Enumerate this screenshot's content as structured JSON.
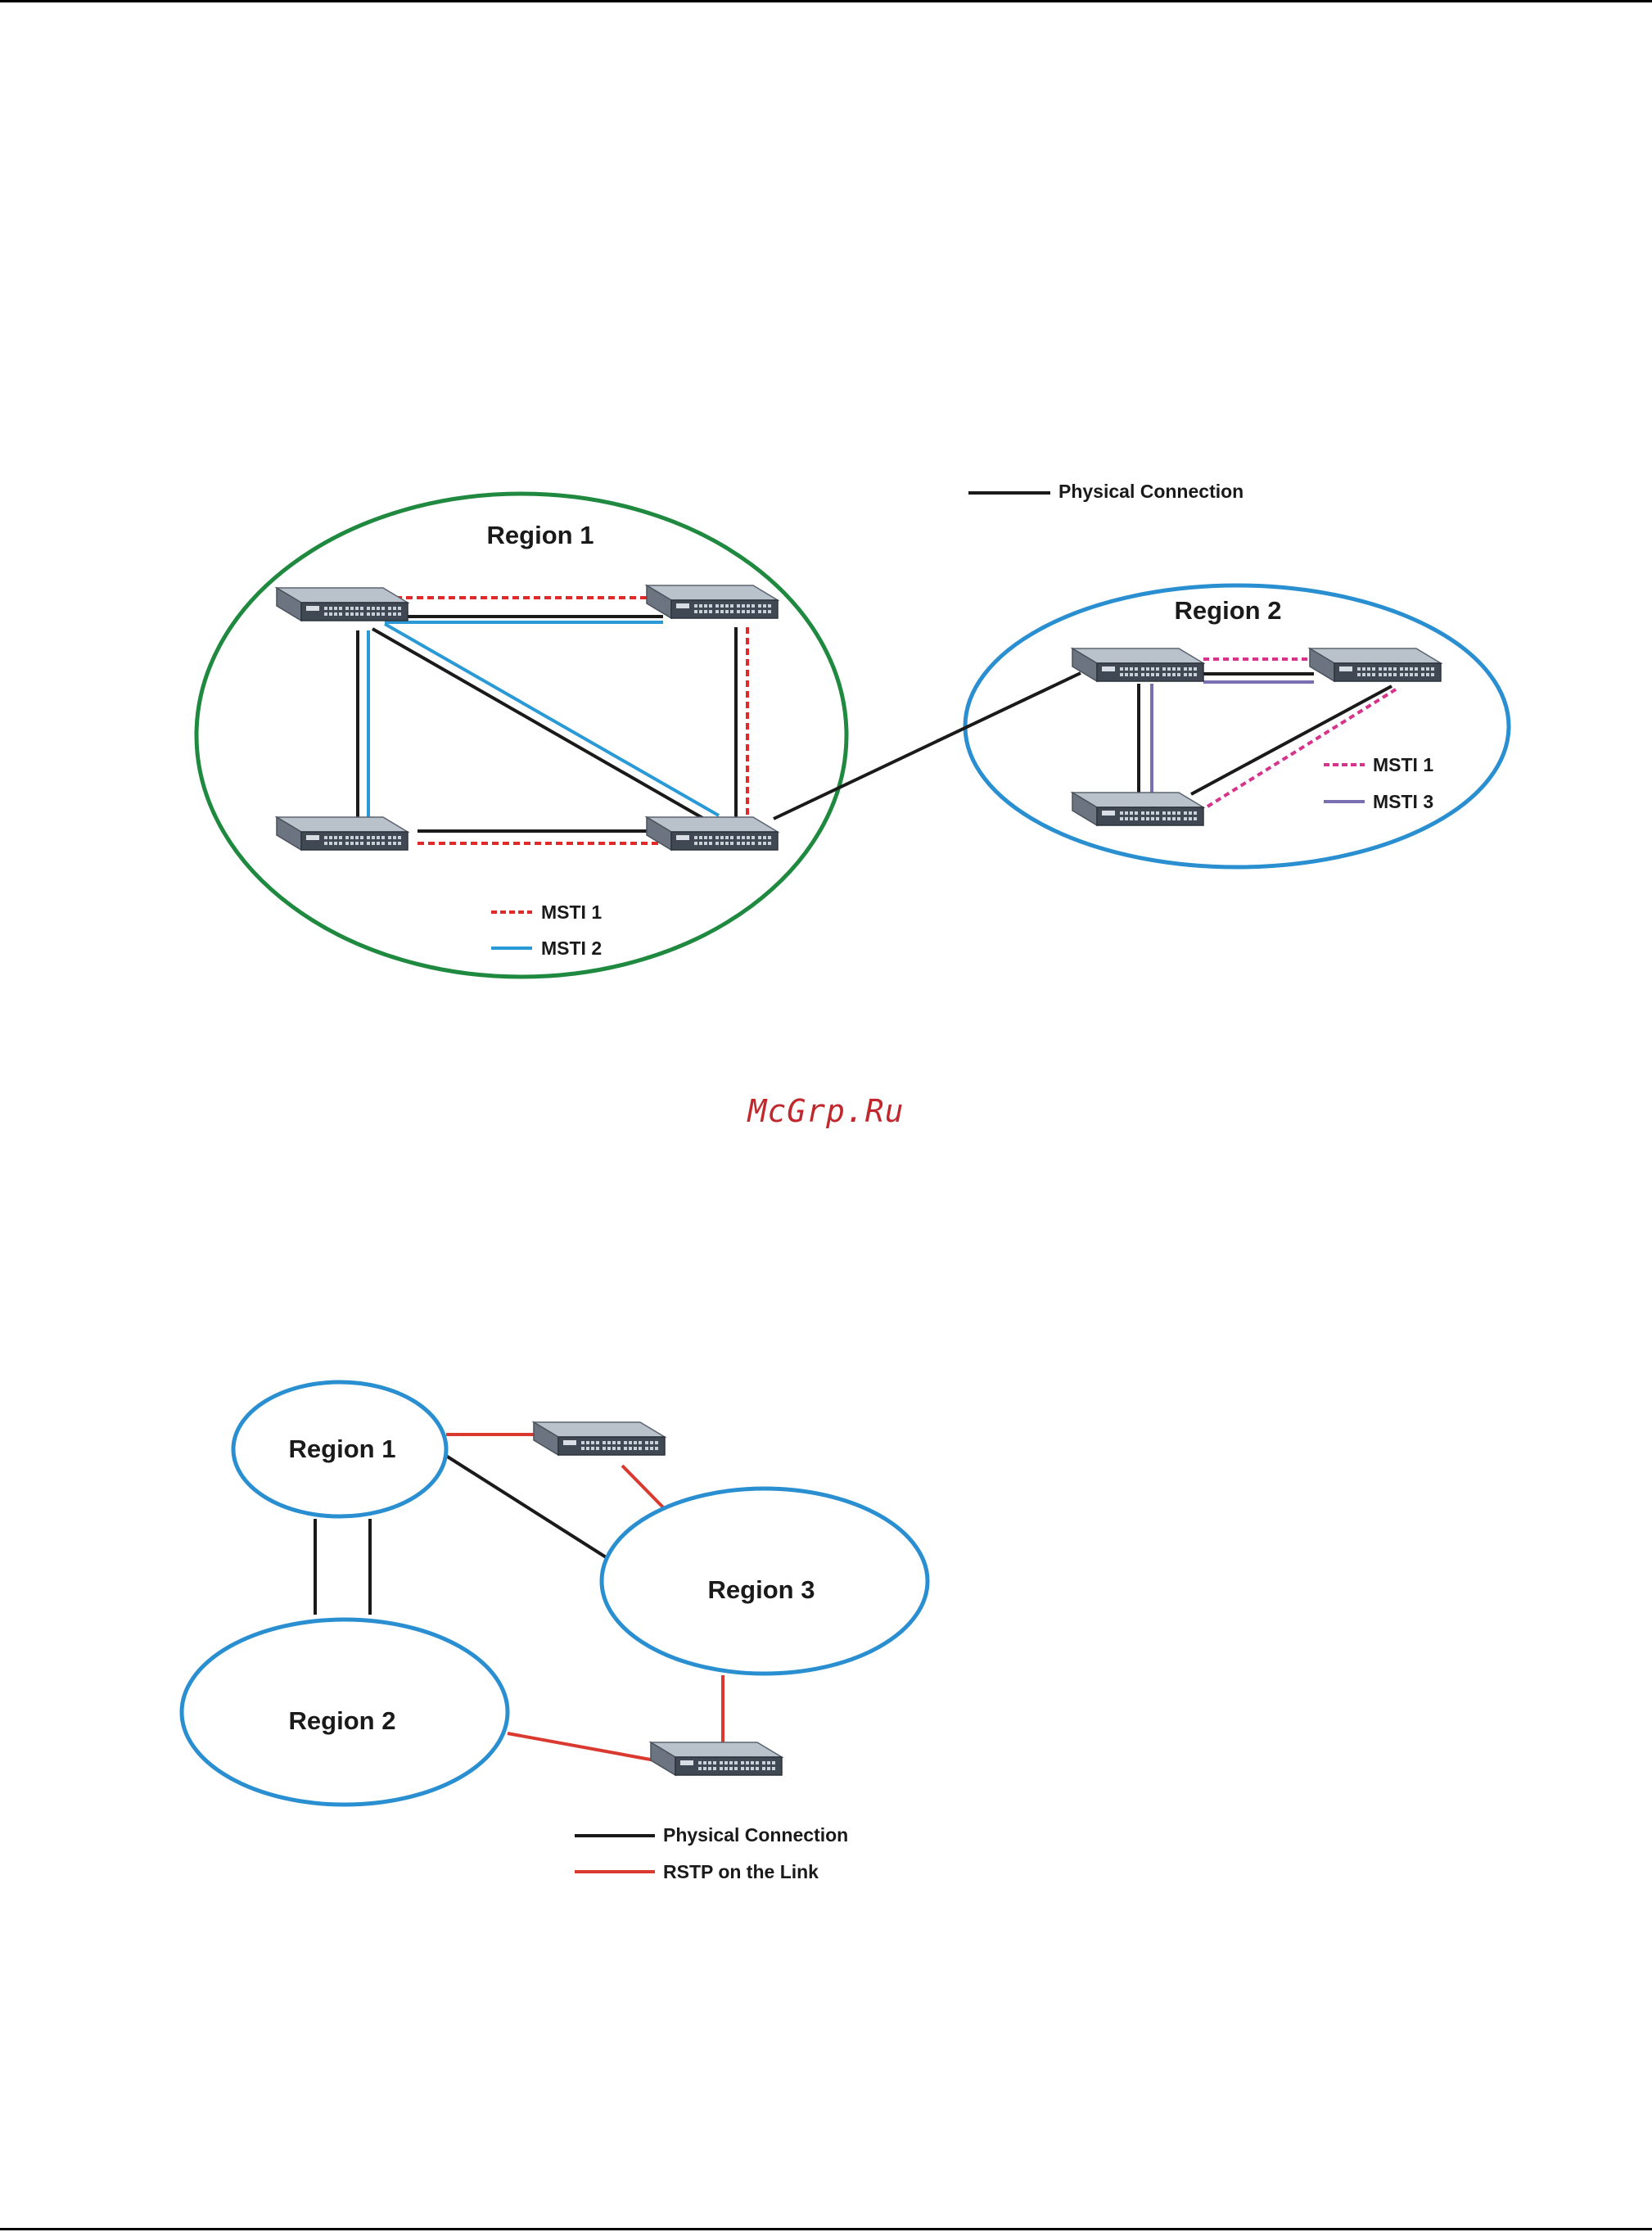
{
  "watermark": "McGrp.Ru",
  "colors": {
    "physical": "#1a1a1a",
    "region1_border_top": "#1f8a3f",
    "region_border_blue": "#2a8fd0",
    "msti1_red": "#e02a2a",
    "msti2_blue": "#2a9ad6",
    "msti1_magenta": "#d6338a",
    "msti3_purple": "#7a6fb0",
    "rstp_red": "#d9392e",
    "watermark": "#c0282e"
  },
  "figure1": {
    "region1": {
      "title": "Region 1"
    },
    "region2": {
      "title": "Region 2"
    },
    "legend_physical": "Physical Connection",
    "region1_legend": {
      "msti1": "MSTI 1",
      "msti2": "MSTI 2"
    },
    "region2_legend": {
      "msti1": "MSTI 1",
      "msti3": "MSTI 3"
    }
  },
  "figure2": {
    "region1": "Region 1",
    "region2": "Region 2",
    "region3": "Region 3",
    "legend_physical": "Physical Connection",
    "legend_rstp": "RSTP on the Link"
  }
}
